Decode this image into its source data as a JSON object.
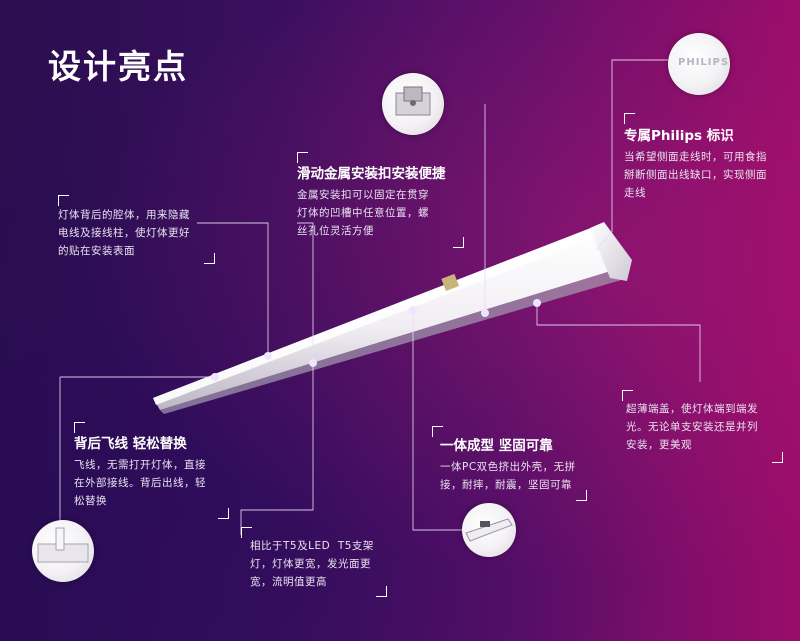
{
  "title": "设计亮点",
  "callouts": {
    "cavity": {
      "body": [
        "灯体背后的腔体，用来隐藏",
        "电线及接线柱，使灯体更好",
        "的贴在安装表面"
      ]
    },
    "slide_clip": {
      "head": "滑动金属安装扣安装便捷",
      "body": [
        "金属安装扣可以固定在贯穿",
        "灯体的凹槽中任意位置，螺",
        "丝孔位灵活方便"
      ]
    },
    "philips_mark": {
      "head": "专属Philips 标识",
      "body": [
        "当希望侧面走线时，可用食指",
        "掰断侧面出线缺口，实现侧面",
        "走线"
      ]
    },
    "rear_wire": {
      "head": "背后飞线 轻松替换",
      "body": [
        "飞线，无需打开灯体，直接",
        "在外部接线。背后出线，轻",
        "松替换"
      ]
    },
    "one_piece": {
      "head": "一体成型 坚固可靠",
      "body": [
        "一体PC双色挤出外壳，无拼",
        "接，耐摔，耐震，坚固可靠"
      ]
    },
    "end_cap": {
      "body": [
        "超薄端盖，使灯体端到端发",
        "光。无论单支安装还是并列",
        "安装，更美观"
      ]
    },
    "compare": {
      "body": [
        "相比于T5及LED  T5支架",
        "灯，灯体更宽，发光面更",
        "宽，流明值更高"
      ]
    }
  },
  "brand_label": "PHILIPS",
  "colors": {
    "bg_left": "#2a0e4f",
    "bg_right": "#9a0c6a",
    "text": "#ffffff",
    "dot": "#e6d3ff"
  }
}
